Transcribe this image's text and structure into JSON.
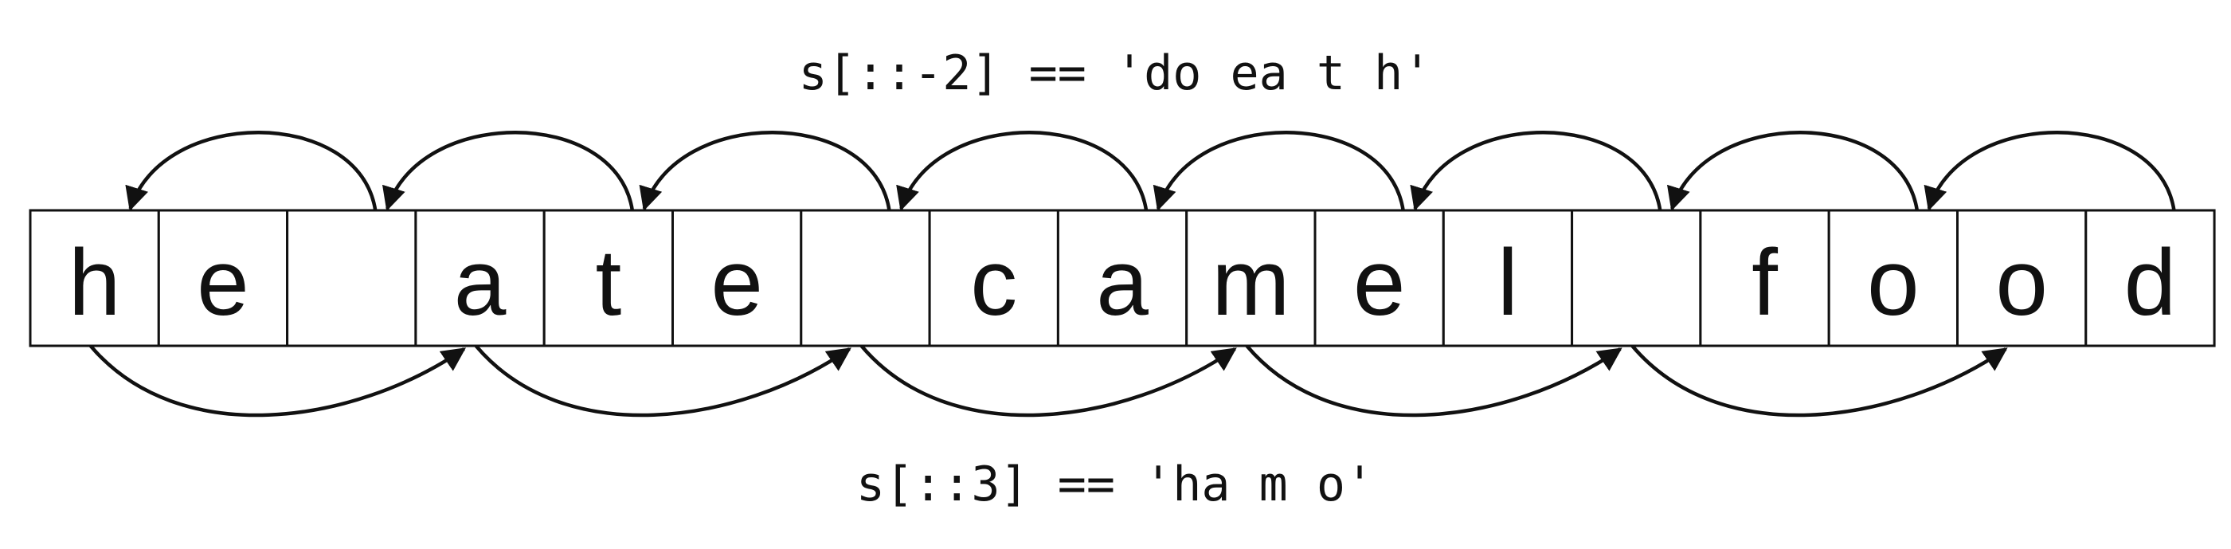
{
  "diagram": {
    "top_caption": "s[::-2] == 'do ea t h'",
    "bottom_caption": "s[::3] == 'ha m o'",
    "cells": [
      "h",
      "e",
      " ",
      "a",
      "t",
      "e",
      " ",
      "c",
      "a",
      "m",
      "e",
      "l",
      " ",
      "f",
      "o",
      "o",
      "d"
    ],
    "reverse_step_arrows": [
      {
        "from": 16,
        "to": 14
      },
      {
        "from": 14,
        "to": 12
      },
      {
        "from": 12,
        "to": 10
      },
      {
        "from": 10,
        "to": 8
      },
      {
        "from": 8,
        "to": 6
      },
      {
        "from": 6,
        "to": 4
      },
      {
        "from": 4,
        "to": 2
      },
      {
        "from": 2,
        "to": 0
      }
    ],
    "forward_step_arrows": [
      {
        "from": 0,
        "to": 3
      },
      {
        "from": 3,
        "to": 6
      },
      {
        "from": 6,
        "to": 9
      },
      {
        "from": 9,
        "to": 12
      },
      {
        "from": 12,
        "to": 15
      }
    ]
  }
}
